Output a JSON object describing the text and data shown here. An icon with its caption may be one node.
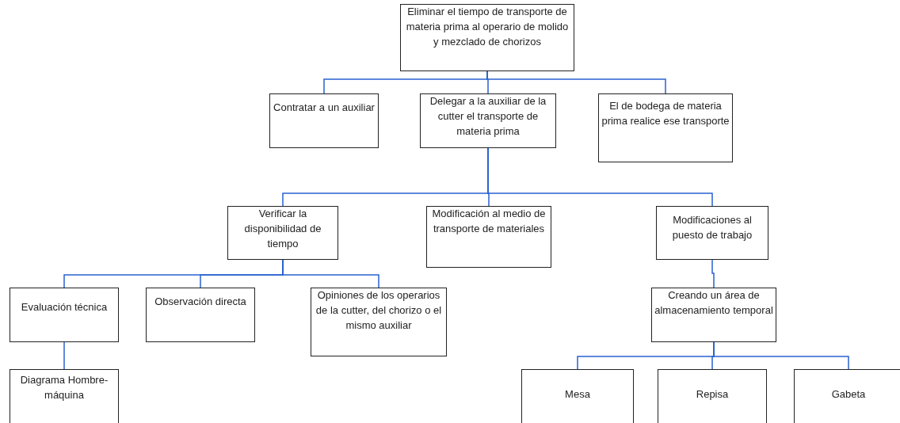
{
  "diagram": {
    "nodes": [
      {
        "text": [
          "Eliminar el tiempo de transporte de materia prima al operario de molido y mezclado de chorizos"
        ]
      },
      {
        "text": [
          "Contratar a un auxiliar"
        ]
      },
      {
        "text": [
          "Delegar a la auxiliar de la cutter el transporte de materia prima"
        ]
      },
      {
        "text": [
          "El de bodega de materia prima realice ese transporte"
        ]
      },
      {
        "text": [
          "Verificar la disponibilidad de tiempo"
        ]
      },
      {
        "text": [
          "Modificación al medio de transporte de materiales"
        ]
      },
      {
        "text": [
          "Modificaciones al puesto de trabajo"
        ]
      },
      {
        "text": [
          "Evaluación técnica"
        ]
      },
      {
        "text": [
          "Observación directa"
        ]
      },
      {
        "text": [
          "Opiniones de los operarios de la cutter, del chorizo o el mismo auxiliar"
        ]
      },
      {
        "text": [
          "Creando un área de almacenamiento temporal"
        ]
      },
      {
        "text": [
          "Diagrama Hombre-máquina"
        ]
      },
      {
        "text": [
          "Mesa"
        ]
      },
      {
        "text": [
          "Repisa"
        ]
      },
      {
        "text": [
          "Gabeta"
        ]
      }
    ],
    "edges": [
      {
        "from": 0,
        "to": 1,
        "arrow": "none"
      },
      {
        "from": 0,
        "to": 2,
        "arrow": "none"
      },
      {
        "from": 0,
        "to": 3,
        "arrow": "none"
      },
      {
        "from": 2,
        "to": 4,
        "arrow": "none"
      },
      {
        "from": 2,
        "to": 5,
        "arrow": "none"
      },
      {
        "from": 2,
        "to": 6,
        "arrow": "none"
      },
      {
        "from": 4,
        "to": 7,
        "arrow": "none"
      },
      {
        "from": 4,
        "to": 8,
        "arrow": "none"
      },
      {
        "from": 4,
        "to": 9,
        "arrow": "none"
      },
      {
        "from": 7,
        "to": 11,
        "arrow": "none"
      },
      {
        "from": 6,
        "to": 10,
        "arrow": "none"
      },
      {
        "from": 10,
        "to": 12,
        "arrow": "none"
      },
      {
        "from": 10,
        "to": 13,
        "arrow": "none"
      },
      {
        "from": 10,
        "to": 14,
        "arrow": "none"
      }
    ]
  }
}
